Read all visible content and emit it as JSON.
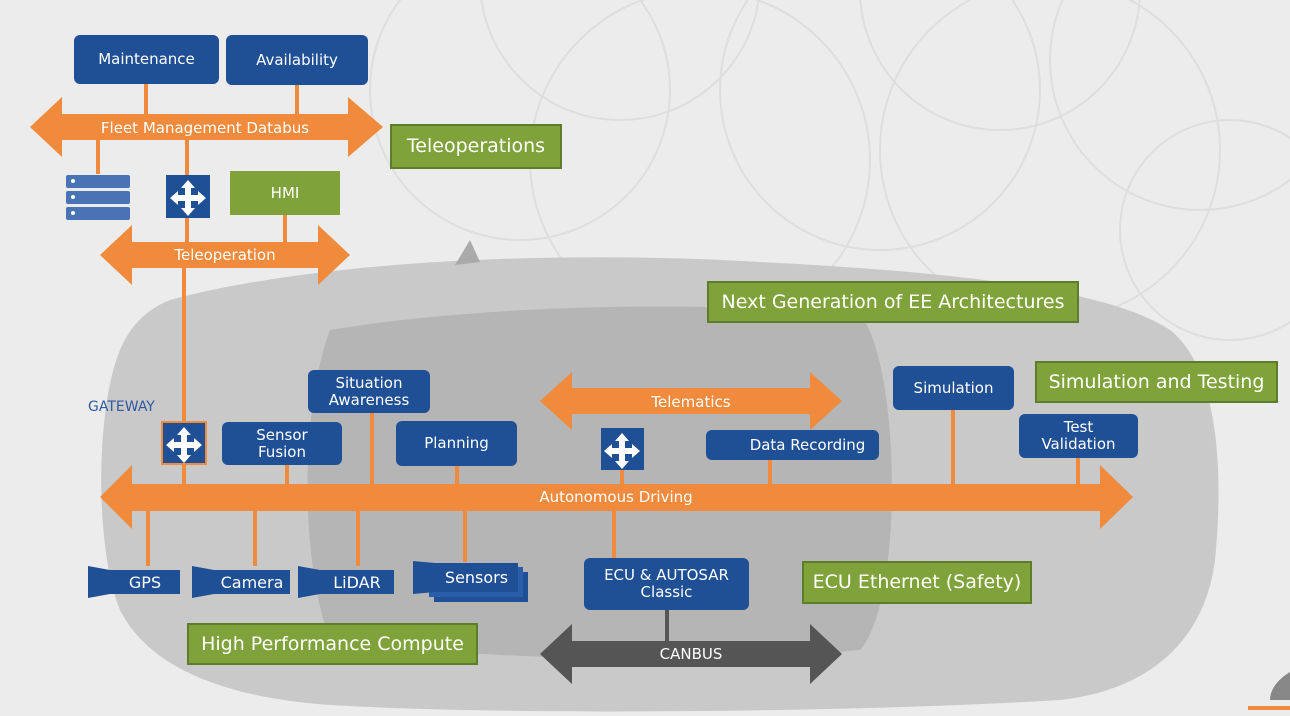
{
  "buses": {
    "fleet": "Fleet Management Databus",
    "teleoperation": "Teleoperation",
    "telematics": "Telematics",
    "autonomous": "Autonomous Driving",
    "canbus": "CANBUS"
  },
  "boxes": {
    "maintenance": "Maintenance",
    "availability": "Availability",
    "hmi": "HMI",
    "situation": "Situation\nAwareness",
    "sensor_fusion": "Sensor\nFusion",
    "planning": "Planning",
    "data_recording": "Data Recording",
    "simulation": "Simulation",
    "test_validation": "Test\nValidation",
    "ecu": "ECU & AUTOSAR\nClassic"
  },
  "sensors": {
    "gps": "GPS",
    "camera": "Camera",
    "lidar": "LiDAR",
    "sensors": "Sensors"
  },
  "tags": {
    "teleoperations": "Teleoperations",
    "next_gen": "Next Generation of EE Architectures",
    "sim_testing": "Simulation and Testing",
    "ecu_ethernet": "ECU Ethernet (Safety)",
    "hpc": "High Performance Compute"
  },
  "gateway_label": "GATEWAY",
  "colors": {
    "bus": "#f08a3c",
    "box": "#1f4f94",
    "tag": "#7fa33a",
    "canbus": "#555555",
    "car": "#c8c8c8"
  }
}
